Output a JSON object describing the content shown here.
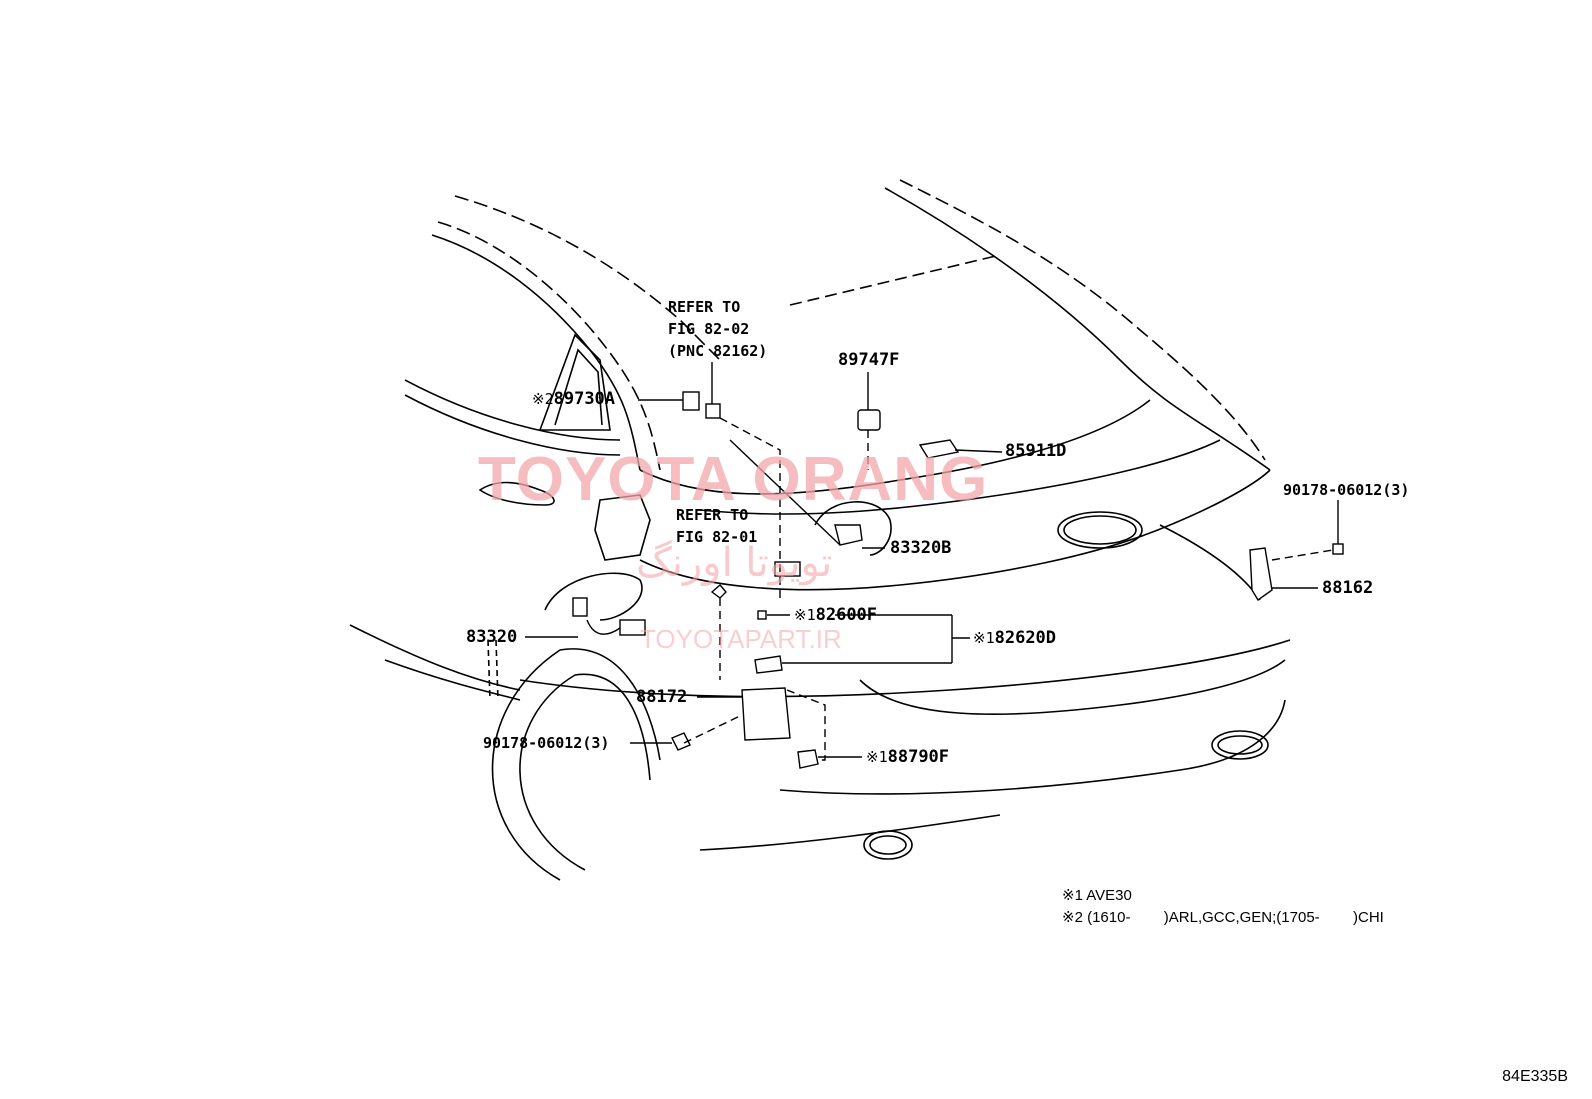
{
  "labels": {
    "ref_82_02": "REFER TO\nFIG 82-02\n(PNC 82162)",
    "ref_82_01": "REFER TO\nFIG 82-01",
    "p89747F": "89747F",
    "p89730A_mark": "※2",
    "p89730A": "89730A",
    "p85911D": "85911D",
    "p83320B": "83320B",
    "p90178_right": "90178-06012(3)",
    "p88162": "88162",
    "p82600F_mark": "※1",
    "p82600F": "82600F",
    "p82620D_mark": "※1",
    "p82620D": "82620D",
    "p83320": "83320",
    "p88172": "88172",
    "p90178_left": "90178-06012(3)",
    "p88790F_mark": "※1",
    "p88790F": "88790F"
  },
  "notes": {
    "note1": "※1 AVE30",
    "note2": "※2 (1610-        )ARL,GCC,GEN;(1705-        )CHI"
  },
  "watermarks": {
    "brand": "TOYOTA ORANG",
    "persian": "تویوتا اورنگ",
    "site": "TOYOTAPART.IR"
  },
  "figure_code": "84E335B",
  "colors": {
    "line": "#000000",
    "watermark": "#f4a7ad"
  }
}
